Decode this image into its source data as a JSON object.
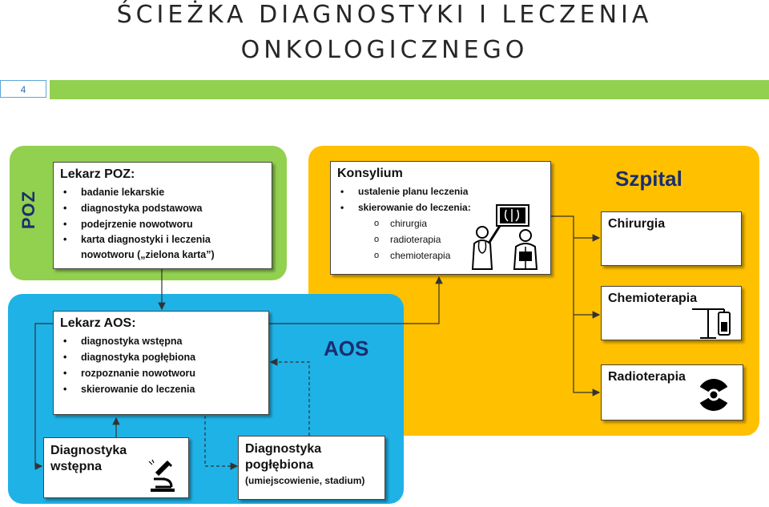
{
  "header": {
    "title_line1": "ŚCIEŻKA DIAGNOSTYKI I LECZENIA",
    "title_line2": "ONKOLOGICZNEGO",
    "slide_number": "4"
  },
  "regions": {
    "poz_label": "POZ",
    "aos_label": "AOS",
    "hospital_label": "Szpital"
  },
  "poz_box": {
    "title": "Lekarz POZ:",
    "items": [
      "badanie lekarskie",
      "diagnostyka podstawowa",
      "podejrzenie nowotworu",
      "karta diagnostyki i leczenia nowotworu („zielona karta”)"
    ]
  },
  "aos_box": {
    "title": "Lekarz AOS:",
    "items": [
      "diagnostyka wstępna",
      "diagnostyka pogłębiona",
      "rozpoznanie nowotworu",
      "skierowanie do leczenia"
    ]
  },
  "konsylium_box": {
    "title": "Konsylium",
    "items": [
      "ustalenie planu leczenia",
      "skierowanie do leczenia:"
    ],
    "subitems": [
      "chirurgia",
      "radioterapia",
      "chemioterapia"
    ]
  },
  "treatment_boxes": {
    "surgery": "Chirurgia",
    "chemo": "Chemioterapia",
    "radio": "Radioterapia"
  },
  "diag_boxes": {
    "initial_line1": "Diagnostyka",
    "initial_line2": "wstępna",
    "deep_line1": "Diagnostyka",
    "deep_line2": "pogłębiona",
    "deep_note": "(umiejscowienie, stadium)"
  },
  "icons": [
    "doctors-xray-icon",
    "iv-drip-icon",
    "radiation-icon",
    "microscope-icon"
  ],
  "colors": {
    "green": "#92d050",
    "orange": "#ffc000",
    "blue": "#1fb2e6",
    "navy_text": "#1a2e6e"
  }
}
